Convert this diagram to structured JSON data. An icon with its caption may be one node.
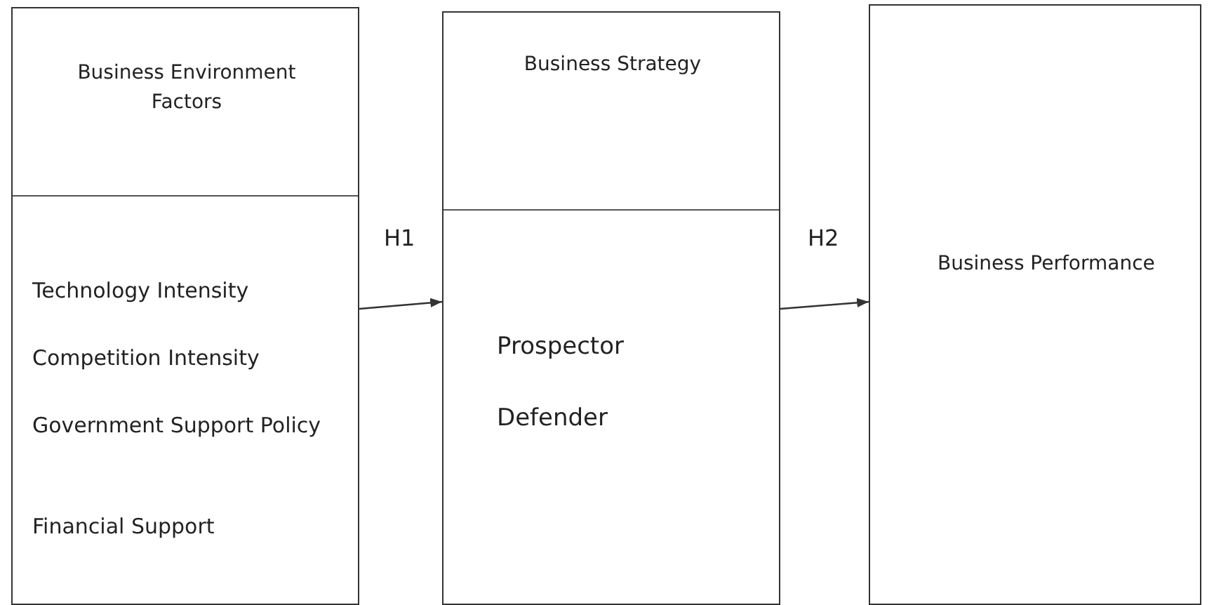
{
  "diagram": {
    "nodes": [
      {
        "text": [
          "Business Environment Factors",
          "Technology Intensity",
          "Competition Intensity",
          "Government Support Policy",
          "Financial Support"
        ]
      },
      {
        "text": [
          "Business Strategy",
          "Prospector",
          "Defender"
        ]
      },
      {
        "text": [
          "Business Performance"
        ]
      }
    ],
    "edges": [
      {
        "from": 0,
        "to": 1,
        "arrow": "to",
        "label": "H1"
      },
      {
        "from": 1,
        "to": 2,
        "arrow": "to",
        "label": "H2"
      }
    ]
  }
}
